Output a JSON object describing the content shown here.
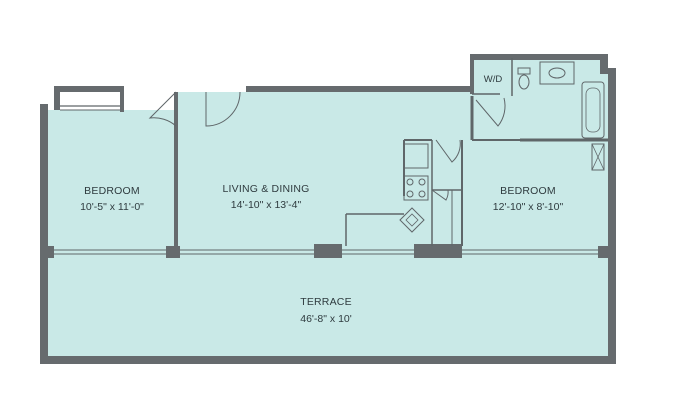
{
  "colors": {
    "floor": "#c9e9e7",
    "wall": "#666b6e",
    "line": "#5f6669",
    "text": "#2f3b3f"
  },
  "rooms": {
    "bedroom_left": {
      "name": "BEDROOM",
      "dims": "10'-5\" x 11'-0\""
    },
    "living": {
      "name": "LIVING & DINING",
      "dims": "14'-10\" x 13'-4\""
    },
    "bedroom_right": {
      "name": "BEDROOM",
      "dims": "12'-10\" x 8'-10\""
    },
    "terrace": {
      "name": "TERRACE",
      "dims": "46'-8\" x 10'"
    },
    "laundry": {
      "name": "W/D"
    }
  },
  "fixtures": [
    "closet",
    "swing-door",
    "range",
    "sink",
    "toilet",
    "vanity-sink",
    "bathtub",
    "shower-window"
  ]
}
